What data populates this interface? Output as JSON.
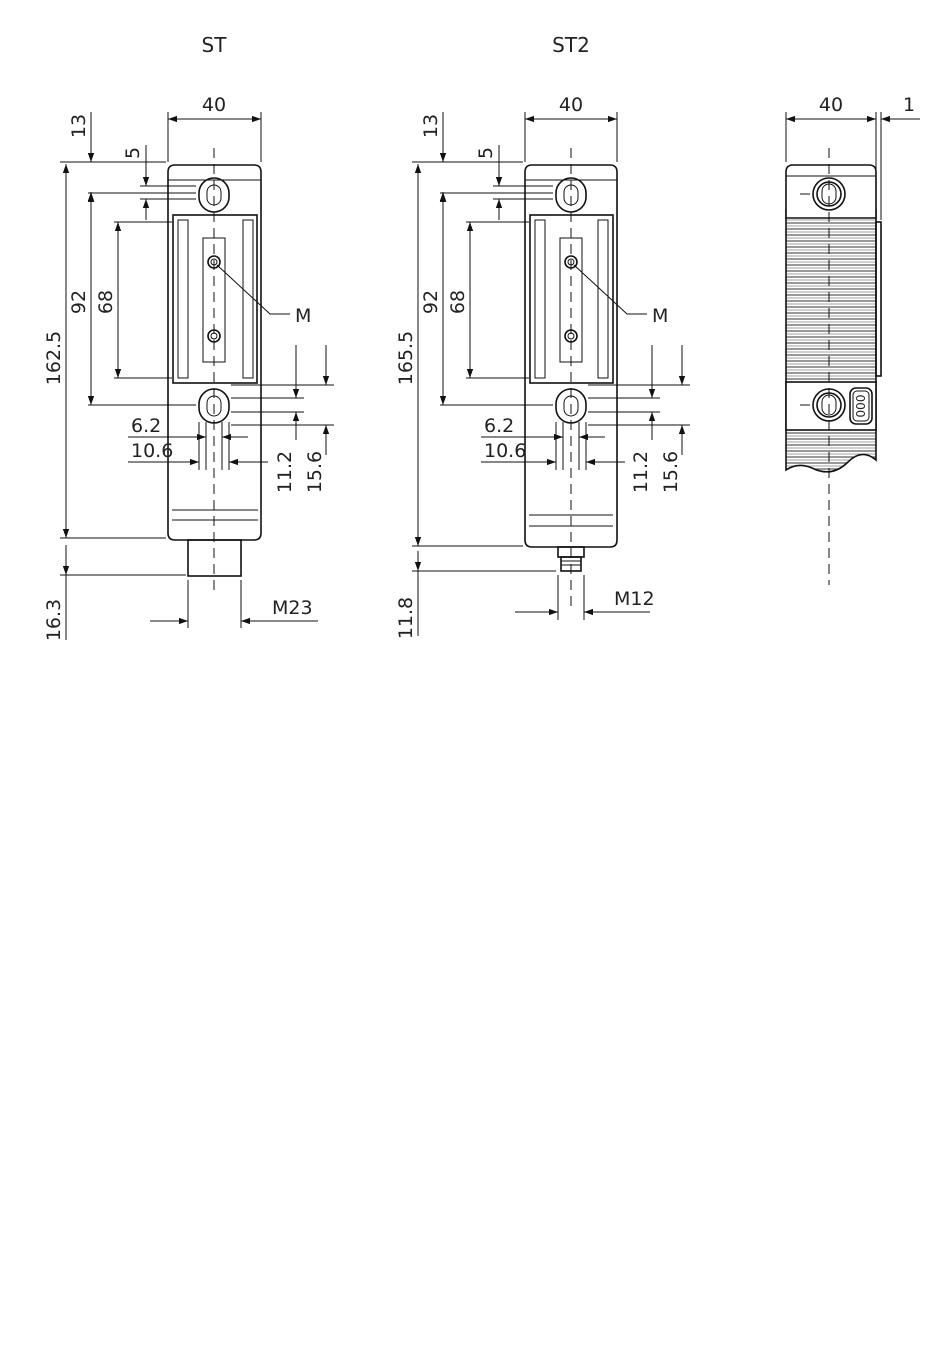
{
  "views": {
    "st": {
      "title": "ST"
    },
    "st2": {
      "title": "ST2"
    },
    "side": {
      "title": ""
    }
  },
  "dims": {
    "st": {
      "width": "40",
      "top_offset": "13",
      "slot_offset": "5",
      "total_length": "162.5",
      "hole_pitch": "92",
      "slot_length": "68",
      "slot_width_1": "6.2",
      "slot_width_2": "10.6",
      "hole_1": "11.2",
      "hole_2": "15.6",
      "connector_length": "16.3",
      "connector_thread": "M23",
      "marking": "M"
    },
    "st2": {
      "width": "40",
      "top_offset": "13",
      "slot_offset": "5",
      "total_length": "165.5",
      "hole_pitch": "92",
      "slot_length": "68",
      "slot_width_1": "6.2",
      "slot_width_2": "10.6",
      "hole_1": "11.2",
      "hole_2": "15.6",
      "connector_length": "11.8",
      "connector_thread": "M12",
      "marking": "M"
    },
    "side": {
      "width": "40",
      "depth": "1",
      "label": "000"
    }
  }
}
